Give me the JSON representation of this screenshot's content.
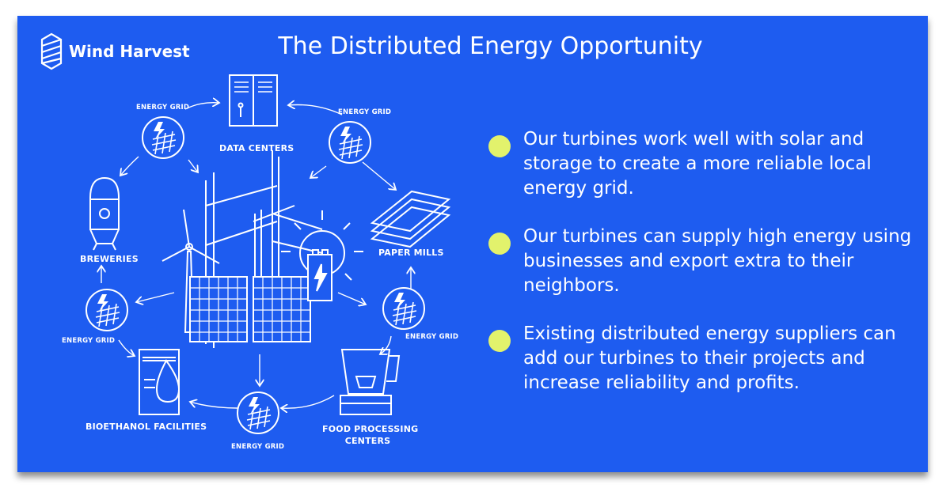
{
  "brand": {
    "name": "Wind Harvest"
  },
  "title": "The Distributed Energy Opportunity",
  "colors": {
    "background": "#1e5cf0",
    "accent": "#e2f26c",
    "line": "#ffffff"
  },
  "diagram": {
    "nodes": {
      "data_centers": "DATA CENTERS",
      "paper_mills": "PAPER MILLS",
      "food_processing": [
        "FOOD PROCESSING",
        "CENTERS"
      ],
      "bioethanol": "BIOETHANOL FACILITIES",
      "breweries": "BREWERIES"
    },
    "energy_grid_label": "ENERGY GRID",
    "icons": [
      "server-rack-icon",
      "paper-sheets-icon",
      "blender-icon",
      "fuel-tank-drop-icon",
      "brewery-silo-icon",
      "energy-grid-icon",
      "wind-turbine-icon",
      "solar-panel-icon",
      "sun-icon",
      "battery-icon"
    ]
  },
  "bullets": [
    {
      "text": "Our turbines work well with solar and storage to create a more reliable local energy grid."
    },
    {
      "text": "Our turbines can supply high energy using businesses and export extra to their neighbors."
    },
    {
      "text": "Existing distributed energy suppliers can add our turbines to their projects and increase reliability and profits."
    }
  ]
}
